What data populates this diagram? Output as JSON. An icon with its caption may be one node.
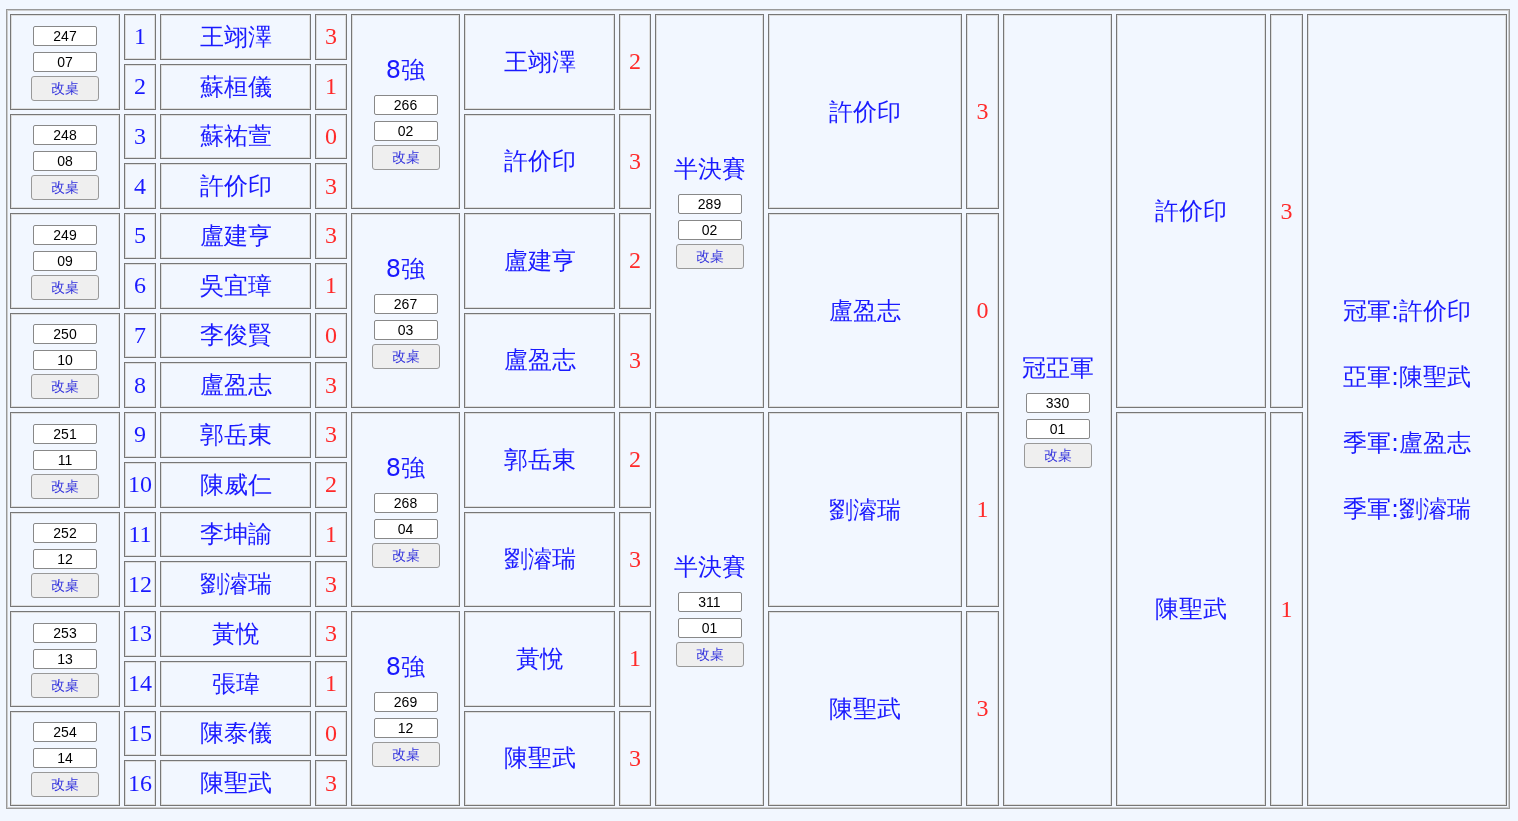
{
  "diagram": {
    "nodes": [
      {
        "text": [
          "247",
          "07",
          "改桌"
        ]
      },
      {
        "text": [
          "1"
        ]
      },
      {
        "text": [
          "王翊澤"
        ]
      },
      {
        "text": [
          "3"
        ]
      },
      {
        "text": [
          "8強",
          "266",
          "02",
          "改桌"
        ]
      },
      {
        "text": [
          "王翊澤"
        ]
      },
      {
        "text": [
          "2"
        ]
      },
      {
        "text": [
          "半決賽",
          "289",
          "02",
          "改桌"
        ]
      },
      {
        "text": [
          "許价印"
        ]
      },
      {
        "text": [
          "3"
        ]
      },
      {
        "text": [
          "冠亞軍",
          "330",
          "01",
          "改桌"
        ]
      },
      {
        "text": [
          "許价印"
        ]
      },
      {
        "text": [
          "3"
        ]
      },
      {
        "text": [
          "冠軍:許价印",
          "亞軍:陳聖武",
          "季軍:盧盈志",
          "季軍:劉濬瑞"
        ]
      },
      {
        "text": [
          "2"
        ]
      },
      {
        "text": [
          "蘇桓儀"
        ]
      },
      {
        "text": [
          "1"
        ]
      },
      {
        "text": [
          "248",
          "08",
          "改桌"
        ]
      },
      {
        "text": [
          "3"
        ]
      },
      {
        "text": [
          "蘇祐萱"
        ]
      },
      {
        "text": [
          "0"
        ]
      },
      {
        "text": [
          "許价印"
        ]
      },
      {
        "text": [
          "3"
        ]
      },
      {
        "text": [
          "4"
        ]
      },
      {
        "text": [
          "許价印"
        ]
      },
      {
        "text": [
          "3"
        ]
      },
      {
        "text": [
          "249",
          "09",
          "改桌"
        ]
      },
      {
        "text": [
          "5"
        ]
      },
      {
        "text": [
          "盧建亨"
        ]
      },
      {
        "text": [
          "3"
        ]
      },
      {
        "text": [
          "8強",
          "267",
          "03",
          "改桌"
        ]
      },
      {
        "text": [
          "盧建亨"
        ]
      },
      {
        "text": [
          "2"
        ]
      },
      {
        "text": [
          "盧盈志"
        ]
      },
      {
        "text": [
          "0"
        ]
      },
      {
        "text": [
          "6"
        ]
      },
      {
        "text": [
          "吳宜璋"
        ]
      },
      {
        "text": [
          "1"
        ]
      },
      {
        "text": [
          "250",
          "10",
          "改桌"
        ]
      },
      {
        "text": [
          "7"
        ]
      },
      {
        "text": [
          "李俊賢"
        ]
      },
      {
        "text": [
          "0"
        ]
      },
      {
        "text": [
          "盧盈志"
        ]
      },
      {
        "text": [
          "3"
        ]
      },
      {
        "text": [
          "8"
        ]
      },
      {
        "text": [
          "盧盈志"
        ]
      },
      {
        "text": [
          "3"
        ]
      },
      {
        "text": [
          "251",
          "11",
          "改桌"
        ]
      },
      {
        "text": [
          "9"
        ]
      },
      {
        "text": [
          "郭岳東"
        ]
      },
      {
        "text": [
          "3"
        ]
      },
      {
        "text": [
          "8強",
          "268",
          "04",
          "改桌"
        ]
      },
      {
        "text": [
          "郭岳東"
        ]
      },
      {
        "text": [
          "2"
        ]
      },
      {
        "text": [
          "半決賽",
          "311",
          "01",
          "改桌"
        ]
      },
      {
        "text": [
          "劉濬瑞"
        ]
      },
      {
        "text": [
          "1"
        ]
      },
      {
        "text": [
          "陳聖武"
        ]
      },
      {
        "text": [
          "1"
        ]
      },
      {
        "text": [
          "10"
        ]
      },
      {
        "text": [
          "陳威仁"
        ]
      },
      {
        "text": [
          "2"
        ]
      },
      {
        "text": [
          "252",
          "12",
          "改桌"
        ]
      },
      {
        "text": [
          "11"
        ]
      },
      {
        "text": [
          "李坤諭"
        ]
      },
      {
        "text": [
          "1"
        ]
      },
      {
        "text": [
          "劉濬瑞"
        ]
      },
      {
        "text": [
          "3"
        ]
      },
      {
        "text": [
          "12"
        ]
      },
      {
        "text": [
          "劉濬瑞"
        ]
      },
      {
        "text": [
          "3"
        ]
      },
      {
        "text": [
          "253",
          "13",
          "改桌"
        ]
      },
      {
        "text": [
          "13"
        ]
      },
      {
        "text": [
          "黃悅"
        ]
      },
      {
        "text": [
          "3"
        ]
      },
      {
        "text": [
          "8強",
          "269",
          "12",
          "改桌"
        ]
      },
      {
        "text": [
          "黃悅"
        ]
      },
      {
        "text": [
          "1"
        ]
      },
      {
        "text": [
          "陳聖武"
        ]
      },
      {
        "text": [
          "3"
        ]
      },
      {
        "text": [
          "14"
        ]
      },
      {
        "text": [
          "張瑋"
        ]
      },
      {
        "text": [
          "1"
        ]
      },
      {
        "text": [
          "254",
          "14",
          "改桌"
        ]
      },
      {
        "text": [
          "15"
        ]
      },
      {
        "text": [
          "陳泰儀"
        ]
      },
      {
        "text": [
          "0"
        ]
      },
      {
        "text": [
          "陳聖武"
        ]
      },
      {
        "text": [
          "3"
        ]
      },
      {
        "text": [
          "16"
        ]
      },
      {
        "text": [
          "陳聖武"
        ]
      },
      {
        "text": [
          "3"
        ]
      }
    ]
  }
}
